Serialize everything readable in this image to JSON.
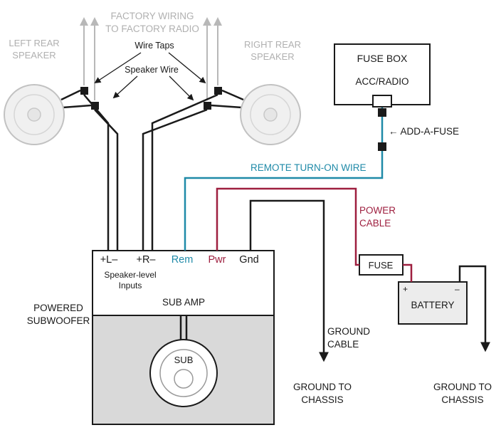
{
  "colors": {
    "ink": "#1a1a1a",
    "gray-label": "#b0b0b0",
    "gray-wire": "#b8b8b8",
    "teal": "#1f8aa8",
    "dark-red": "#9e1f3f",
    "enclosure": "#d9d9d9",
    "battery-fill": "#ececec",
    "speaker-fill": "#f0f0f0",
    "speaker-ring": "#c2c2c2"
  },
  "labels": {
    "factory_wiring_1": "FACTORY WIRING",
    "factory_wiring_2": "TO FACTORY RADIO",
    "left_speaker_1": "LEFT REAR",
    "left_speaker_2": "SPEAKER",
    "right_speaker_1": "RIGHT REAR",
    "right_speaker_2": "SPEAKER",
    "wire_taps": "Wire Taps",
    "speaker_wire": "Speaker Wire",
    "fuse_box": "FUSE BOX",
    "acc_radio": "ACC/RADIO",
    "add_a_fuse_arrow": "←",
    "add_a_fuse": "ADD-A-FUSE",
    "remote_turn_on": "REMOTE TURN-ON WIRE",
    "power_cable_1": "POWER",
    "power_cable_2": "CABLE",
    "ground_cable_1": "GROUND",
    "ground_cable_2": "CABLE",
    "ground_chassis_left_1": "GROUND TO",
    "ground_chassis_left_2": "CHASSIS",
    "ground_chassis_right_1": "GROUND TO",
    "ground_chassis_right_2": "CHASSIS",
    "fuse": "FUSE",
    "battery": "BATTERY",
    "battery_plus": "+",
    "battery_minus": "–",
    "powered_sub_1": "POWERED",
    "powered_sub_2": "SUBWOOFER",
    "sub_amp": "SUB AMP",
    "sub": "SUB",
    "speaker_level_1": "Speaker-level",
    "speaker_level_2": "Inputs"
  },
  "amp_terminals": {
    "left": "+L–",
    "right": "+R–",
    "remote": "Rem",
    "power": "Pwr",
    "ground": "Gnd"
  }
}
